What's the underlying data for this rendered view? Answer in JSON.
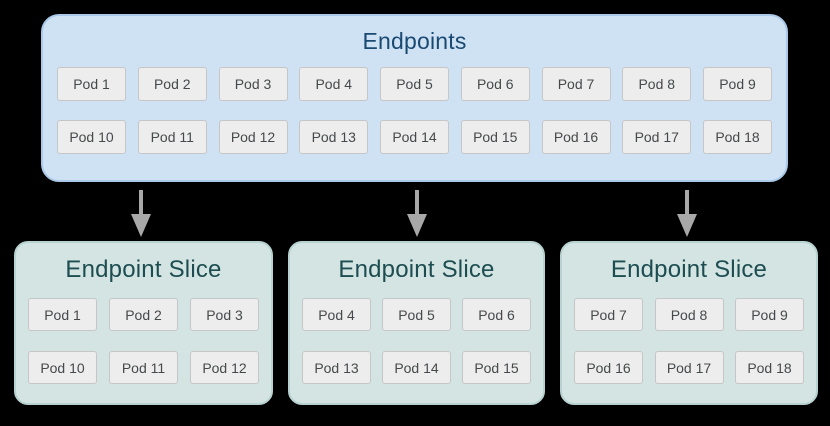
{
  "diagram": {
    "background_color": "#000000",
    "endpoints": {
      "title": "Endpoints",
      "fill_color": "#cfe2f4",
      "border_color": "#aac8e8",
      "title_color": "#1a4a72",
      "row1": [
        "Pod 1",
        "Pod 2",
        "Pod 3",
        "Pod 4",
        "Pod 5",
        "Pod 6",
        "Pod 7",
        "Pod 8",
        "Pod 9"
      ],
      "row2": [
        "Pod 10",
        "Pod 11",
        "Pod 12",
        "Pod 13",
        "Pod 14",
        "Pod 15",
        "Pod 16",
        "Pod 17",
        "Pod 18"
      ]
    },
    "arrows": {
      "color": "#a8a8a8",
      "direction": "down",
      "count": 3
    },
    "slices": [
      {
        "title": "Endpoint Slice",
        "row1": [
          "Pod 1",
          "Pod 2",
          "Pod 3"
        ],
        "row2": [
          "Pod 10",
          "Pod 11",
          "Pod 12"
        ]
      },
      {
        "title": "Endpoint Slice",
        "row1": [
          "Pod 4",
          "Pod 5",
          "Pod 6"
        ],
        "row2": [
          "Pod 13",
          "Pod 14",
          "Pod 15"
        ]
      },
      {
        "title": "Endpoint Slice",
        "row1": [
          "Pod 7",
          "Pod 8",
          "Pod 9"
        ],
        "row2": [
          "Pod 16",
          "Pod 17",
          "Pod 18"
        ]
      }
    ],
    "pod_style": {
      "fill_color": "#ededed",
      "border_color": "#c6c6c6",
      "text_color": "#46494b"
    },
    "slice_style": {
      "fill_color": "#d3e4e3",
      "border_color": "#b7d2d0",
      "title_color": "#1d4d50"
    }
  }
}
